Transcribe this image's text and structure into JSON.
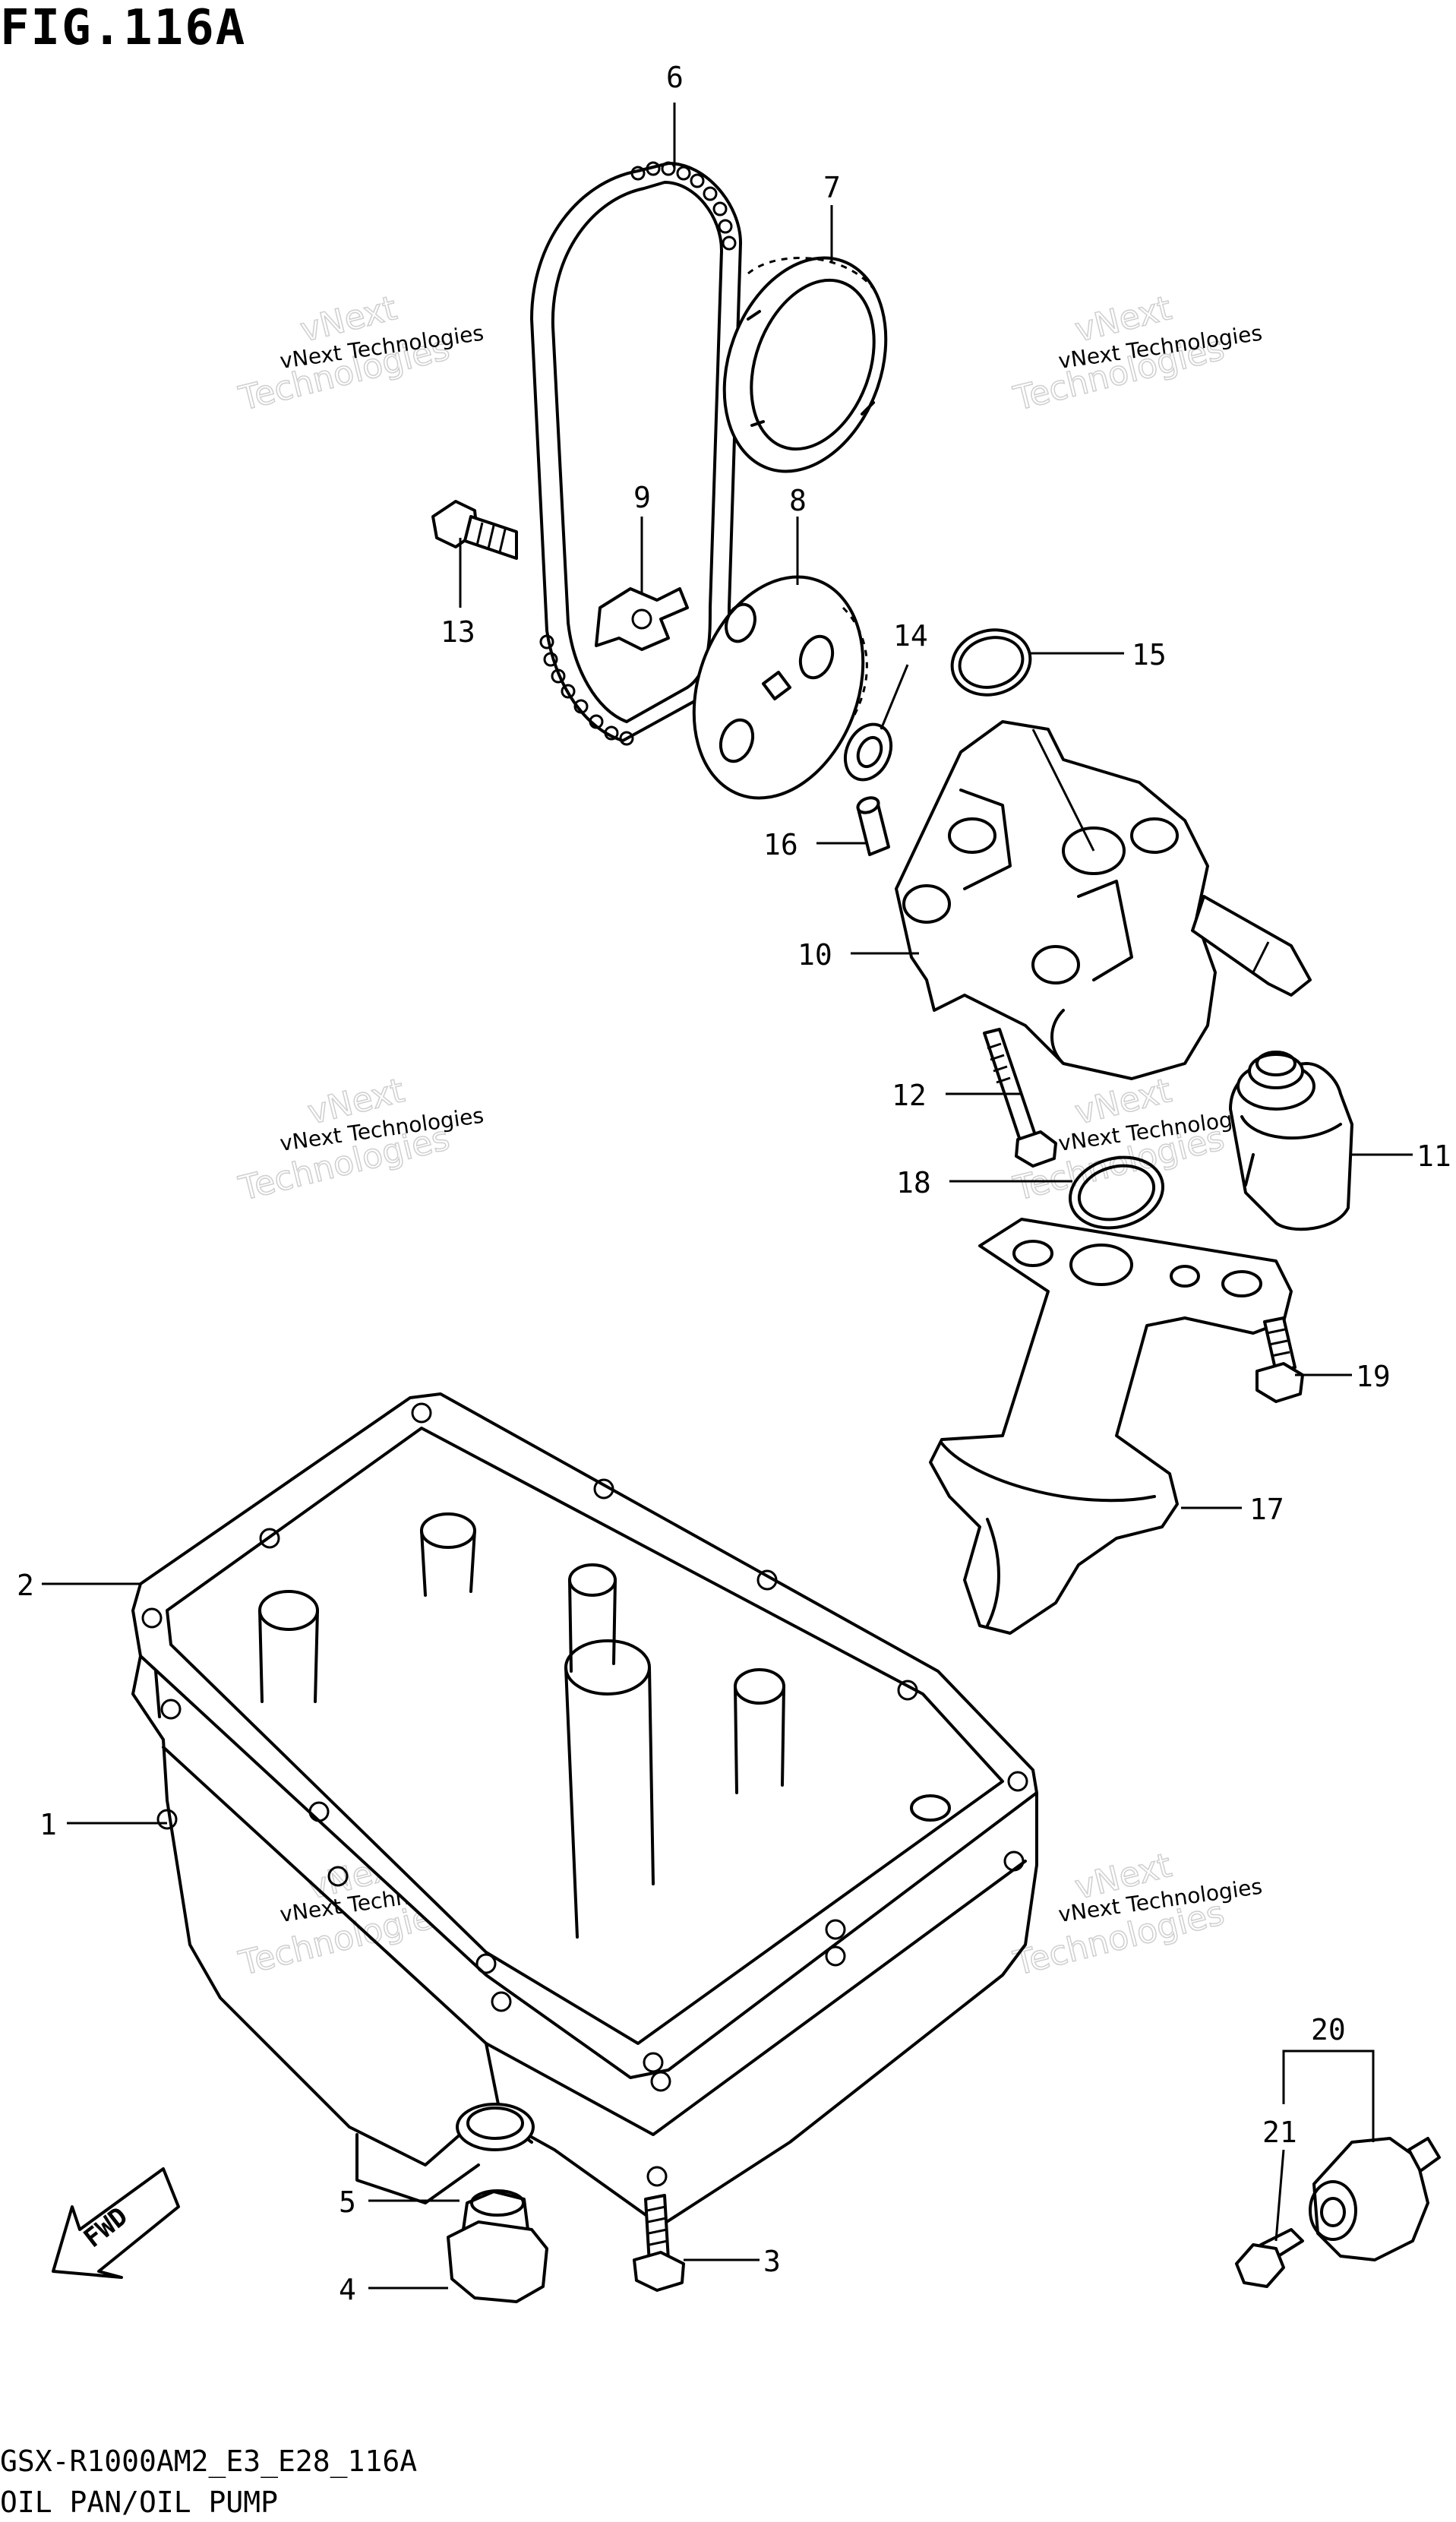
{
  "figure": {
    "title": "FIG.116A",
    "footer_code": "GSX-R1000AM2_E3_E28_116A",
    "footer_name": "OIL PAN/OIL PUMP"
  },
  "watermark": {
    "line1": "vNext Technologies",
    "line2": "Technologies",
    "line3": "vNext"
  },
  "fwd_label": "FWD",
  "callouts": [
    "1",
    "2",
    "3",
    "4",
    "5",
    "6",
    "7",
    "8",
    "9",
    "10",
    "11",
    "12",
    "13",
    "14",
    "15",
    "16",
    "17",
    "18",
    "19",
    "20",
    "21"
  ],
  "parts": {
    "oil_pan": "1",
    "oil_pan_gasket": "2",
    "pan_bolt": "3",
    "drain_plug": "4",
    "drain_gasket": "5",
    "pump_chain": "6",
    "drive_sprocket": "7",
    "driven_sprocket": "8",
    "sprocket_retainer": "9",
    "oil_pump_body": "10",
    "pressure_regulator": "11",
    "pump_bolt": "12",
    "chain_guide_bolt": "13",
    "washer": "14",
    "o_ring_upper": "15",
    "dowel_pin": "16",
    "oil_strainer": "17",
    "o_ring_strainer": "18",
    "strainer_bolt": "19",
    "pressure_switch": "20",
    "switch_bolt": "21"
  }
}
